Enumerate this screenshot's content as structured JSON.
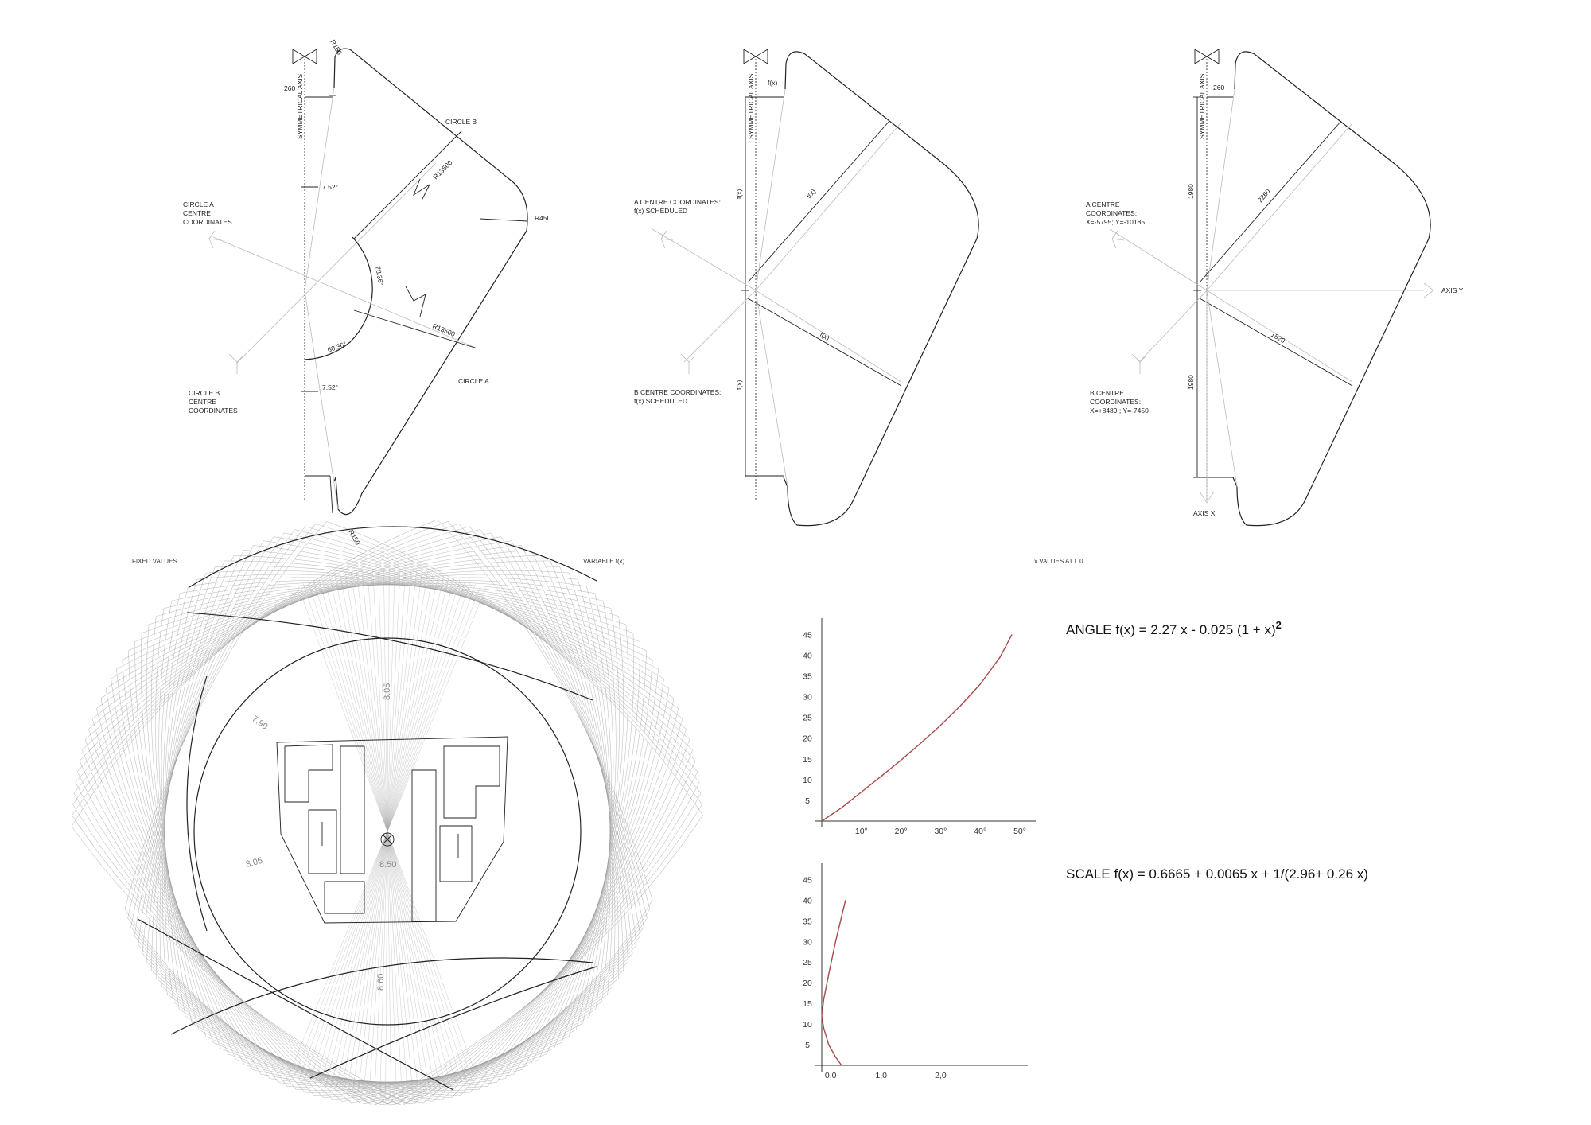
{
  "panels": {
    "fixed": {
      "caption": "FIXED VALUES",
      "symmetrical_axis": "SYMMETRICAL AXIS",
      "r150_top": "R150",
      "r150_bottom": "R150",
      "dim_260": "260",
      "circle_b": "CIRCLE B",
      "r13500_upper": "R13500",
      "r450": "R450",
      "angle_top": "7.52°",
      "angle_bottom": "7.52°",
      "angle_7836": "78.36°",
      "angle_6036": "60.36°",
      "r13500_lower": "R13500",
      "circle_a": "CIRCLE A",
      "circle_a_centre": [
        "CIRCLE A",
        "CENTRE",
        "COORDINATES"
      ],
      "circle_b_centre": [
        "CIRCLE B",
        "CENTRE",
        "COORDINATES"
      ]
    },
    "variable": {
      "caption": "VARIABLE f(x)",
      "symmetrical_axis": "SYMMETRICAL AXIS",
      "fx_top": "f(x)",
      "fx_vertical_upper": "f(x)",
      "fx_vertical_lower": "f(x)",
      "fx_upper_arm": "f(x)",
      "fx_lower_arm": "f(x)",
      "a_centre": [
        "A CENTRE COORDINATES:",
        "f(x) SCHEDULED"
      ],
      "b_centre": [
        "B CENTRE COORDINATES:",
        "f(x) SCHEDULED"
      ]
    },
    "x_values": {
      "caption": "x VALUES AT L 0",
      "symmetrical_axis": "SYMMETRICAL AXIS",
      "dim_260": "260",
      "dim_1980_upper": "1980",
      "dim_1980_lower": "1980",
      "dim_2260": "2260",
      "dim_1820": "1820",
      "axis_y": "AXIS Y",
      "axis_x": "AXIS X",
      "a_centre": [
        "A CENTRE",
        "COORDINATES:",
        "X=-5795; Y=-10185"
      ],
      "b_centre": [
        "B CENTRE",
        "COORDINATES:",
        "X=+8489 ; Y=-7450"
      ]
    }
  },
  "plan": {
    "dim_805_top": "8.05",
    "dim_790": "7.90",
    "dim_805_left": "8.05",
    "dim_850": "8.50",
    "dim_860": "8.60"
  },
  "chart_data": [
    {
      "type": "line",
      "title": "ANGLE f(x) = 2.27 x - 0.025 (1 + x)",
      "title_superscript": "2",
      "x_ticks": [
        "10°",
        "20°",
        "30°",
        "40°",
        "50°"
      ],
      "y_ticks": [
        "5",
        "10",
        "15",
        "20",
        "25",
        "30",
        "35",
        "40",
        "45"
      ],
      "xlim": [
        0,
        52
      ],
      "ylim": [
        0,
        47
      ],
      "series": [
        {
          "color": "#a84a4a",
          "x": [
            0,
            5,
            10,
            15,
            20,
            25,
            30,
            35,
            40,
            45,
            48
          ],
          "y": [
            0,
            3.2,
            7.0,
            10.8,
            14.7,
            18.8,
            23.1,
            27.8,
            33.0,
            39.5,
            45.0
          ]
        }
      ]
    },
    {
      "type": "line",
      "title": "SCALE f(x) = 0.6665 + 0.0065 x + 1/(2.96+ 0.26 x)",
      "x_ticks": [
        "0,0",
        "1,0",
        "2,0"
      ],
      "y_ticks": [
        "5",
        "10",
        "15",
        "20",
        "25",
        "30",
        "35",
        "40",
        "45"
      ],
      "xlim": [
        0,
        10
      ],
      "ylim": [
        0,
        47
      ],
      "series": [
        {
          "color": "#a84a4a",
          "x": [
            1.0,
            0.7,
            0.35,
            0.1,
            0.0,
            0.1,
            0.35,
            0.7,
            1.0,
            1.2
          ],
          "y": [
            0,
            2.0,
            5.0,
            9.0,
            12.0,
            16.0,
            22.0,
            30.0,
            36.0,
            40.0
          ]
        }
      ]
    }
  ]
}
